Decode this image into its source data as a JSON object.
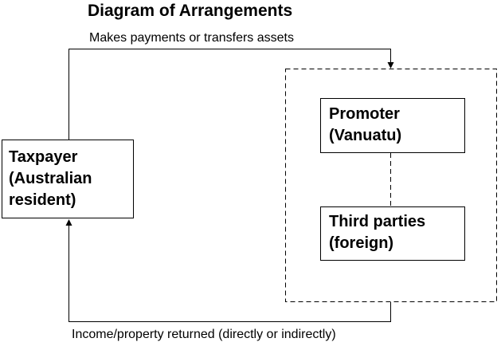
{
  "diagram": {
    "title": "Diagram of Arrangements",
    "flows": {
      "payment_label": "Makes payments or transfers assets",
      "return_label": "Income/property returned (directly or indirectly)"
    },
    "nodes": {
      "taxpayer": [
        "Taxpayer",
        "(Australian",
        "resident)"
      ],
      "promoter": [
        "Promoter",
        "(Vanuatu)"
      ],
      "third_parties": [
        "Third parties",
        "(foreign)"
      ]
    }
  }
}
